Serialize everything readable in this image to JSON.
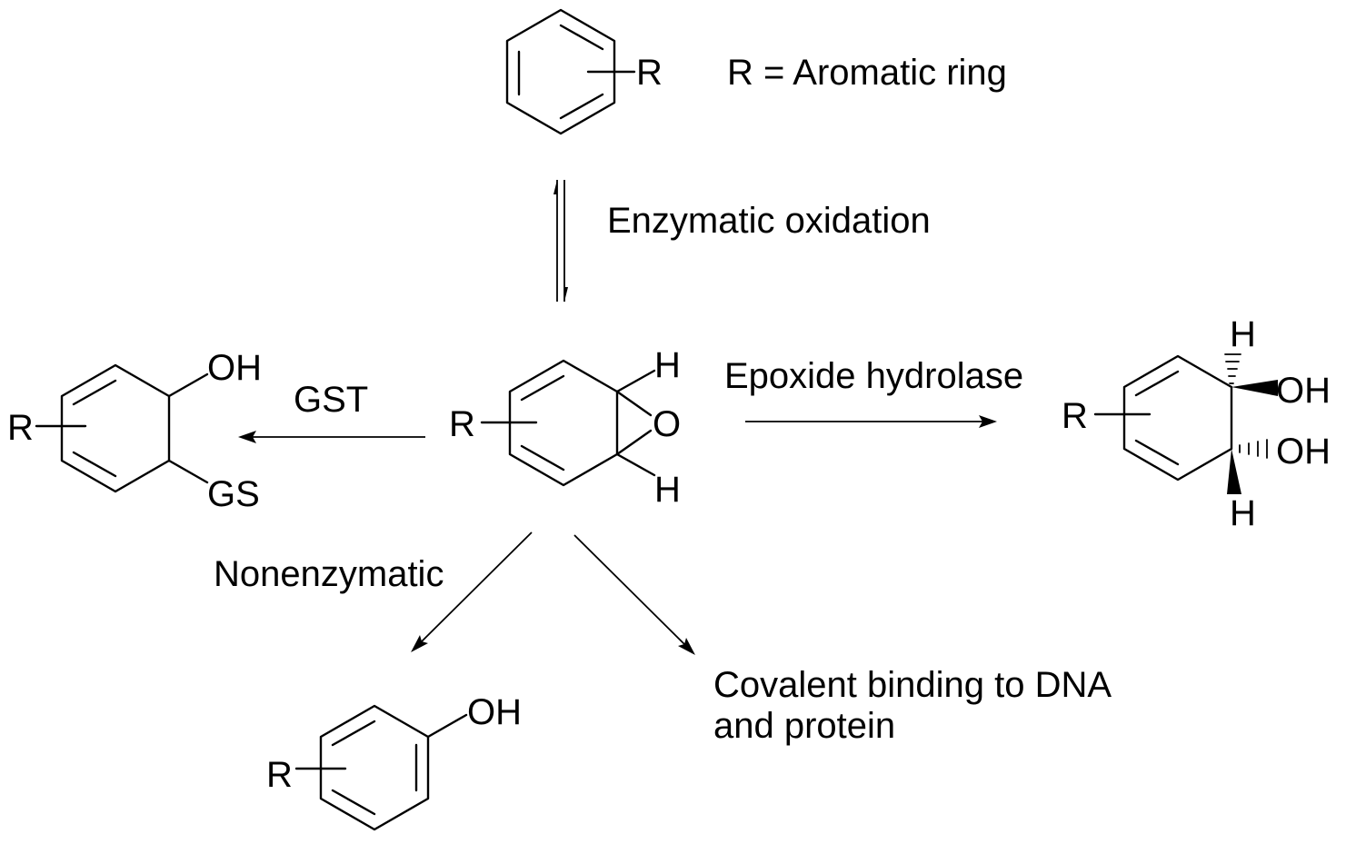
{
  "definition": "R = Aromatic ring",
  "reactions": {
    "enzymatic_oxidation": "Enzymatic oxidation",
    "gst": "GST",
    "epoxide_hydrolase": "Epoxide hydrolase",
    "nonenzymatic": "Nonenzymatic",
    "covalent_line1": "Covalent binding to DNA",
    "covalent_line2": "and protein"
  },
  "atoms": {
    "r": "R",
    "h": "H",
    "o": "O",
    "oh": "OH",
    "gs": "GS"
  }
}
